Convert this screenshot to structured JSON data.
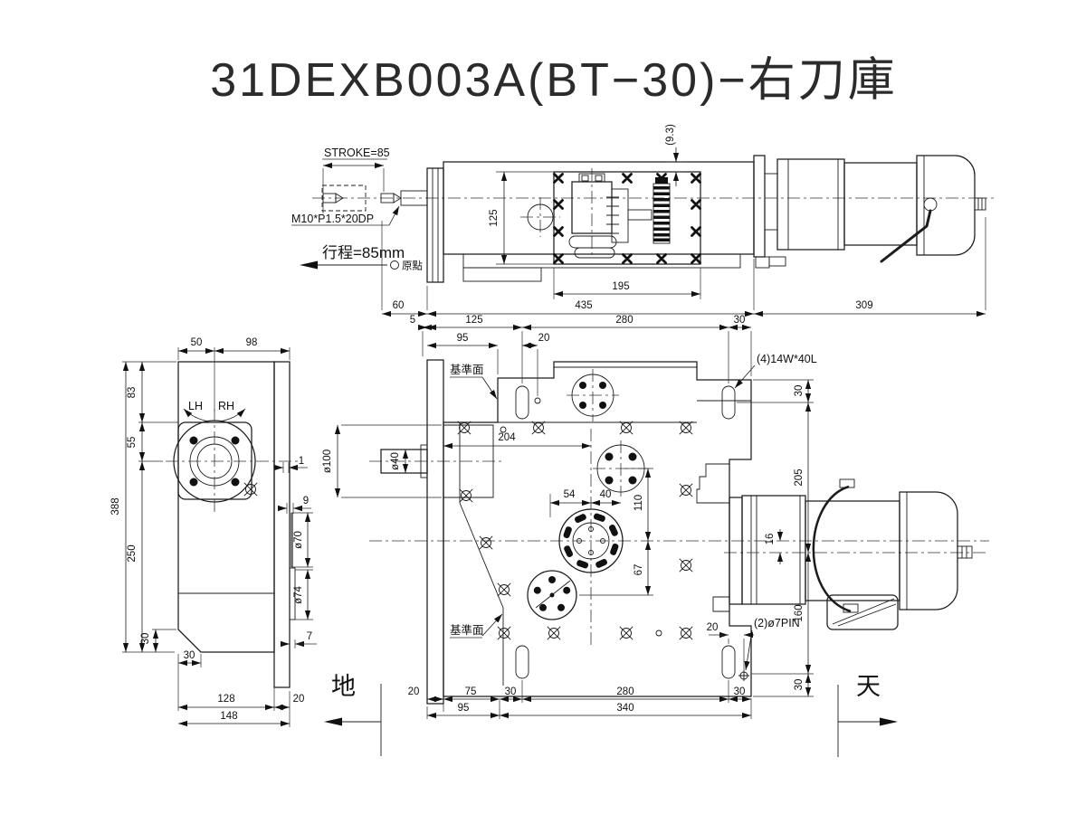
{
  "title": "31DEXB003A(BT−30)−右刀庫",
  "labels": {
    "stroke": "STROKE=85",
    "thread": "M10*P1.5*20DP",
    "travel": "行程=85mm",
    "origin": "原點",
    "datum": "基準面",
    "keyway": "(4)14W*40L",
    "pin": "(2)ø7PIN",
    "lh": "LH",
    "rh": "RH",
    "ground": "地",
    "sky": "天"
  },
  "dims": {
    "d125": "125",
    "d9_3": "(9.3)",
    "d195": "195",
    "d60": "60",
    "d435": "435",
    "d309": "309",
    "f5": "5",
    "f125": "125",
    "f280": "280",
    "f30": "30",
    "f95": "95",
    "f20": "20",
    "phi100": "ø100",
    "phi40": "ø40",
    "f204": "204",
    "f54": "54",
    "f40": "40",
    "f110": "110",
    "f67": "67",
    "r30t": "30",
    "r205": "205",
    "r16": "16",
    "r160": "160",
    "r30b": "30",
    "r20": "20",
    "b20": "20",
    "b75": "75",
    "b30l": "30",
    "b280": "280",
    "b30r": "30",
    "b95": "95",
    "b340": "340",
    "l50": "50",
    "l98": "98",
    "l83": "83",
    "l55": "55",
    "l388": "388",
    "l250": "250",
    "l30v": "30",
    "l30h": "30",
    "l128": "128",
    "l20": "20",
    "l148": "148",
    "l1": "1",
    "l9": "9",
    "lphi70": "ø70",
    "lphi74": "ø74",
    "l7": "7"
  }
}
